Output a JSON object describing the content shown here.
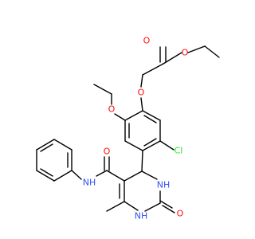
{
  "molecule": {
    "atoms": {
      "ester_carbonyl_O": {
        "text": "O",
        "color": "#ff0d0d"
      },
      "ester_O": {
        "text": "O",
        "color": "#ff0d0d"
      },
      "ether_O": {
        "text": "O",
        "color": "#ff0d0d"
      },
      "ethoxy_O": {
        "text": "O",
        "color": "#ff0d0d"
      },
      "amide_O": {
        "text": "O",
        "color": "#ff0d0d"
      },
      "Cl": {
        "text": "Cl",
        "color": "#1ff01f"
      },
      "amide_NH": {
        "text": "NH",
        "color": "#3050f8"
      },
      "ring_NH_upper": {
        "text": "NH",
        "color": "#3050f8"
      },
      "ring_NH_lower": {
        "text": "NH",
        "color": "#3050f8"
      },
      "urea_O": {
        "text": "O",
        "color": "#ff0d0d"
      }
    }
  }
}
